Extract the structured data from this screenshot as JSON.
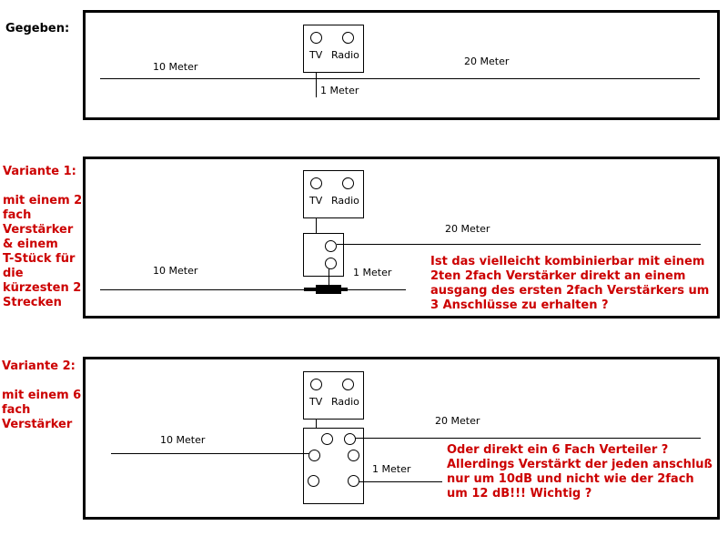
{
  "given": {
    "label": "Gegeben:",
    "device_tv": "TV",
    "device_radio": "Radio",
    "cable_left": "10 Meter",
    "cable_right": "20 Meter",
    "cable_down": "1 Meter"
  },
  "variant1": {
    "label": "Variante 1:\n\nmit einem 2\nfach\nVerstärker\n& einem\nT-Stück für\ndie\nkürzesten 2\nStrecken",
    "device_tv": "TV",
    "device_radio": "Radio",
    "cable_right": "20 Meter",
    "cable_left": "10 Meter",
    "cable_down": "1 Meter",
    "note": "Ist das vielleicht kombinierbar mit einem\n2ten 2fach Verstärker direkt an einem\nausgang des ersten 2fach Verstärkers um\n3 Anschlüsse zu erhalten ?"
  },
  "variant2": {
    "label": "Variante 2:\n\nmit einem 6\nfach\nVerstärker",
    "device_tv": "TV",
    "device_radio": "Radio",
    "cable_right": "20 Meter",
    "cable_left": "10 Meter",
    "cable_down": "1 Meter",
    "note": "Oder direkt ein 6 Fach Verteiler ?\nAllerdings Verstärkt der jeden anschluß\nnur um 10dB und nicht wie der 2fach\num 12 dB!!! Wichtig ?"
  },
  "colors": {
    "annotation": "#cc0000",
    "lines": "#000000"
  }
}
